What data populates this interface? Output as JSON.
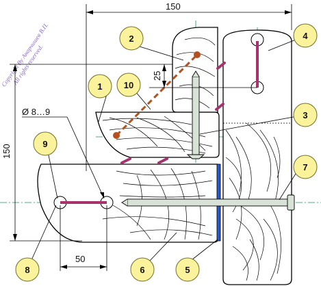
{
  "dimensions": {
    "width_top": "150",
    "height_left": "150",
    "offset_25": "25",
    "spacing_50": "50",
    "diameter": "Ø 8…9"
  },
  "callouts": [
    {
      "label": "1"
    },
    {
      "label": "2"
    },
    {
      "label": "3"
    },
    {
      "label": "4"
    },
    {
      "label": "5"
    },
    {
      "label": "6"
    },
    {
      "label": "7"
    },
    {
      "label": "8"
    },
    {
      "label": "9"
    },
    {
      "label": "10"
    }
  ],
  "watermark": {
    "line1": "Copyright By Анарчишев В.П.",
    "line2": "All rights reserved."
  },
  "colors": {
    "callout_fill": "#fbf29c",
    "callout_stroke": "#6e6e2a",
    "groove": "#a8326e",
    "rod": "#d9e2d6",
    "blue_strip": "#2a59c8",
    "dashed_brown": "#b5501f",
    "axis": "#1f8a6d",
    "watermark": "#8a6bc4"
  },
  "icons": {
    "rod_7": "threaded-rod",
    "screw_3": "wood-screw",
    "hole": "drilled-hole"
  }
}
